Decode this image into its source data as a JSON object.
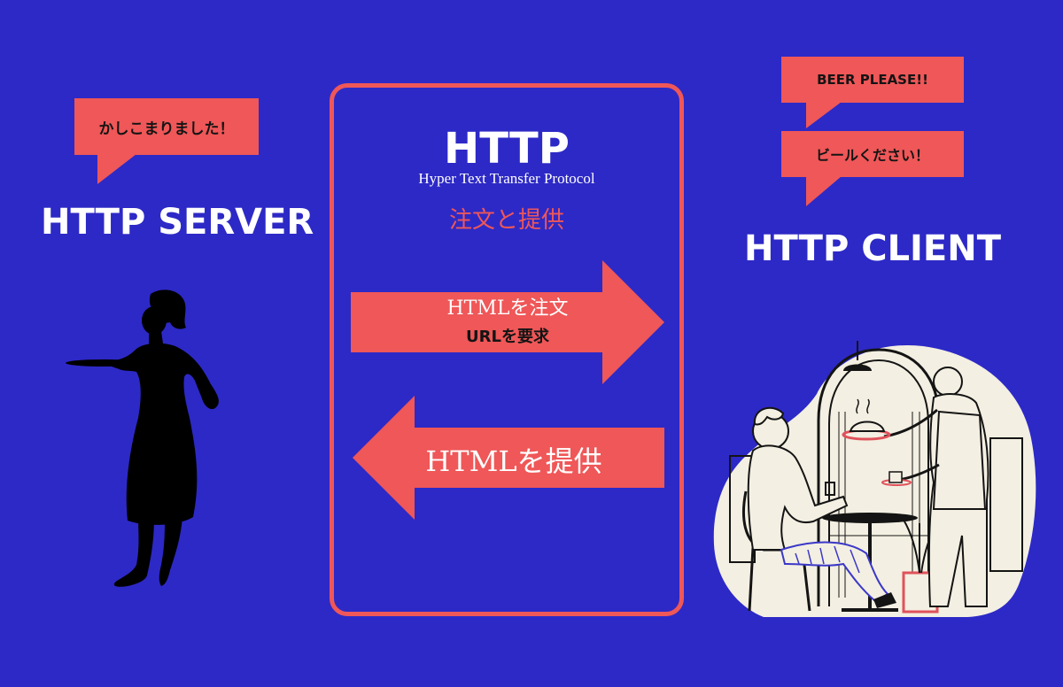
{
  "server": {
    "bubble_text": "かしこまりました！",
    "title": "HTTP SERVER"
  },
  "client": {
    "bubble_en": "BEER PLEASE!!",
    "bubble_ja": "ビールください！",
    "title": "HTTP CLIENT"
  },
  "protocol": {
    "title": "HTTP",
    "subtitle": "Hyper Text Transfer Protocol",
    "caption": "注文と提供"
  },
  "request": {
    "line1": "HTMLを注文",
    "line2": "URLを要求"
  },
  "response": {
    "label": "HTMLを提供"
  },
  "colors": {
    "background": "#2d29c6",
    "accent": "#ef5758",
    "text": "#ffffff",
    "ink": "#141414",
    "cream": "#f3efe2"
  }
}
